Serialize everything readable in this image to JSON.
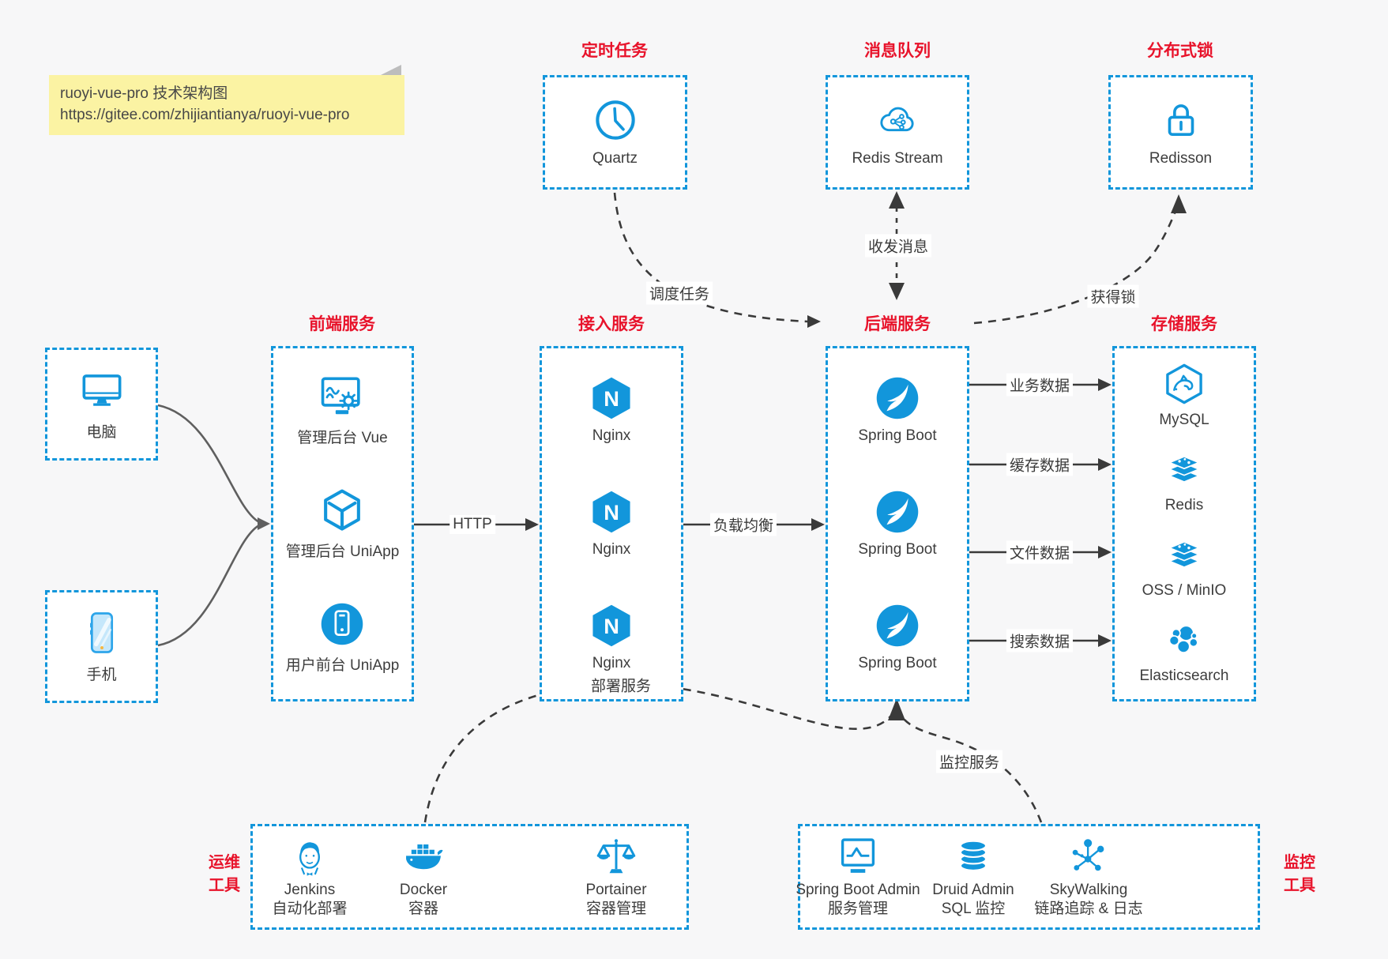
{
  "colors": {
    "accent_blue": "#1296db",
    "label_red": "#e8132b",
    "note_yellow": "#fbf3a3",
    "arrow_dark": "#3a3a3a"
  },
  "note": {
    "line1": "ruoyi-vue-pro 技术架构图",
    "line2": "https://gitee.com/zhijiantianya/ruoyi-vue-pro"
  },
  "top_boxes": [
    {
      "header": "定时任务",
      "icon": "clock-icon",
      "label": "Quartz"
    },
    {
      "header": "消息队列",
      "icon": "cloud-stream-icon",
      "label": "Redis Stream"
    },
    {
      "header": "分布式锁",
      "icon": "padlock-icon",
      "label": "Redisson"
    }
  ],
  "clients": [
    {
      "icon": "desktop-icon",
      "label": "电脑"
    },
    {
      "icon": "smartphone-icon",
      "label": "手机"
    }
  ],
  "columns": [
    {
      "header": "前端服务",
      "items": [
        {
          "icon": "admin-vue-icon",
          "label": "管理后台 Vue"
        },
        {
          "icon": "uniapp-cube-icon",
          "label": "管理后台 UniApp"
        },
        {
          "icon": "mobile-app-icon",
          "label": "用户前台 UniApp"
        }
      ]
    },
    {
      "header": "接入服务",
      "items": [
        {
          "icon": "nginx-icon",
          "label": "Nginx"
        },
        {
          "icon": "nginx-icon",
          "label": "Nginx"
        },
        {
          "icon": "nginx-icon",
          "label": "Nginx"
        }
      ]
    },
    {
      "header": "后端服务",
      "items": [
        {
          "icon": "spring-boot-icon",
          "label": "Spring Boot"
        },
        {
          "icon": "spring-boot-icon",
          "label": "Spring Boot"
        },
        {
          "icon": "spring-boot-icon",
          "label": "Spring Boot"
        }
      ]
    },
    {
      "header": "存储服务",
      "items": [
        {
          "icon": "mysql-icon",
          "label": "MySQL"
        },
        {
          "icon": "redis-stack-icon",
          "label": "Redis"
        },
        {
          "icon": "oss-stack-icon",
          "label": "OSS / MinIO"
        },
        {
          "icon": "elasticsearch-icon",
          "label": "Elasticsearch"
        }
      ]
    }
  ],
  "bottom_boxes": [
    {
      "side_label_line1": "运维",
      "side_label_line2": "工具",
      "items": [
        {
          "icon": "jenkins-icon",
          "line1": "Jenkins",
          "line2": "自动化部署"
        },
        {
          "icon": "docker-icon",
          "line1": "Docker",
          "line2": "容器"
        },
        {
          "icon": "portainer-icon",
          "line1": "Portainer",
          "line2": "容器管理"
        }
      ]
    },
    {
      "side_label_line1": "监控",
      "side_label_line2": "工具",
      "items": [
        {
          "icon": "spring-boot-admin-icon",
          "line1": "Spring Boot Admin",
          "line2": "服务管理"
        },
        {
          "icon": "druid-icon",
          "line1": "Druid Admin",
          "line2": "SQL 监控"
        },
        {
          "icon": "skywalking-icon",
          "line1": "SkyWalking",
          "line2": "链路追踪 & 日志"
        }
      ]
    }
  ],
  "edge_labels": {
    "http": "HTTP",
    "load_balance": "负载均衡",
    "business_data": "业务数据",
    "cache_data": "缓存数据",
    "file_data": "文件数据",
    "search_data": "搜索数据",
    "schedule_task": "调度任务",
    "message": "收发消息",
    "acquire_lock": "获得锁",
    "deploy": "部署服务",
    "monitor": "监控服务"
  }
}
